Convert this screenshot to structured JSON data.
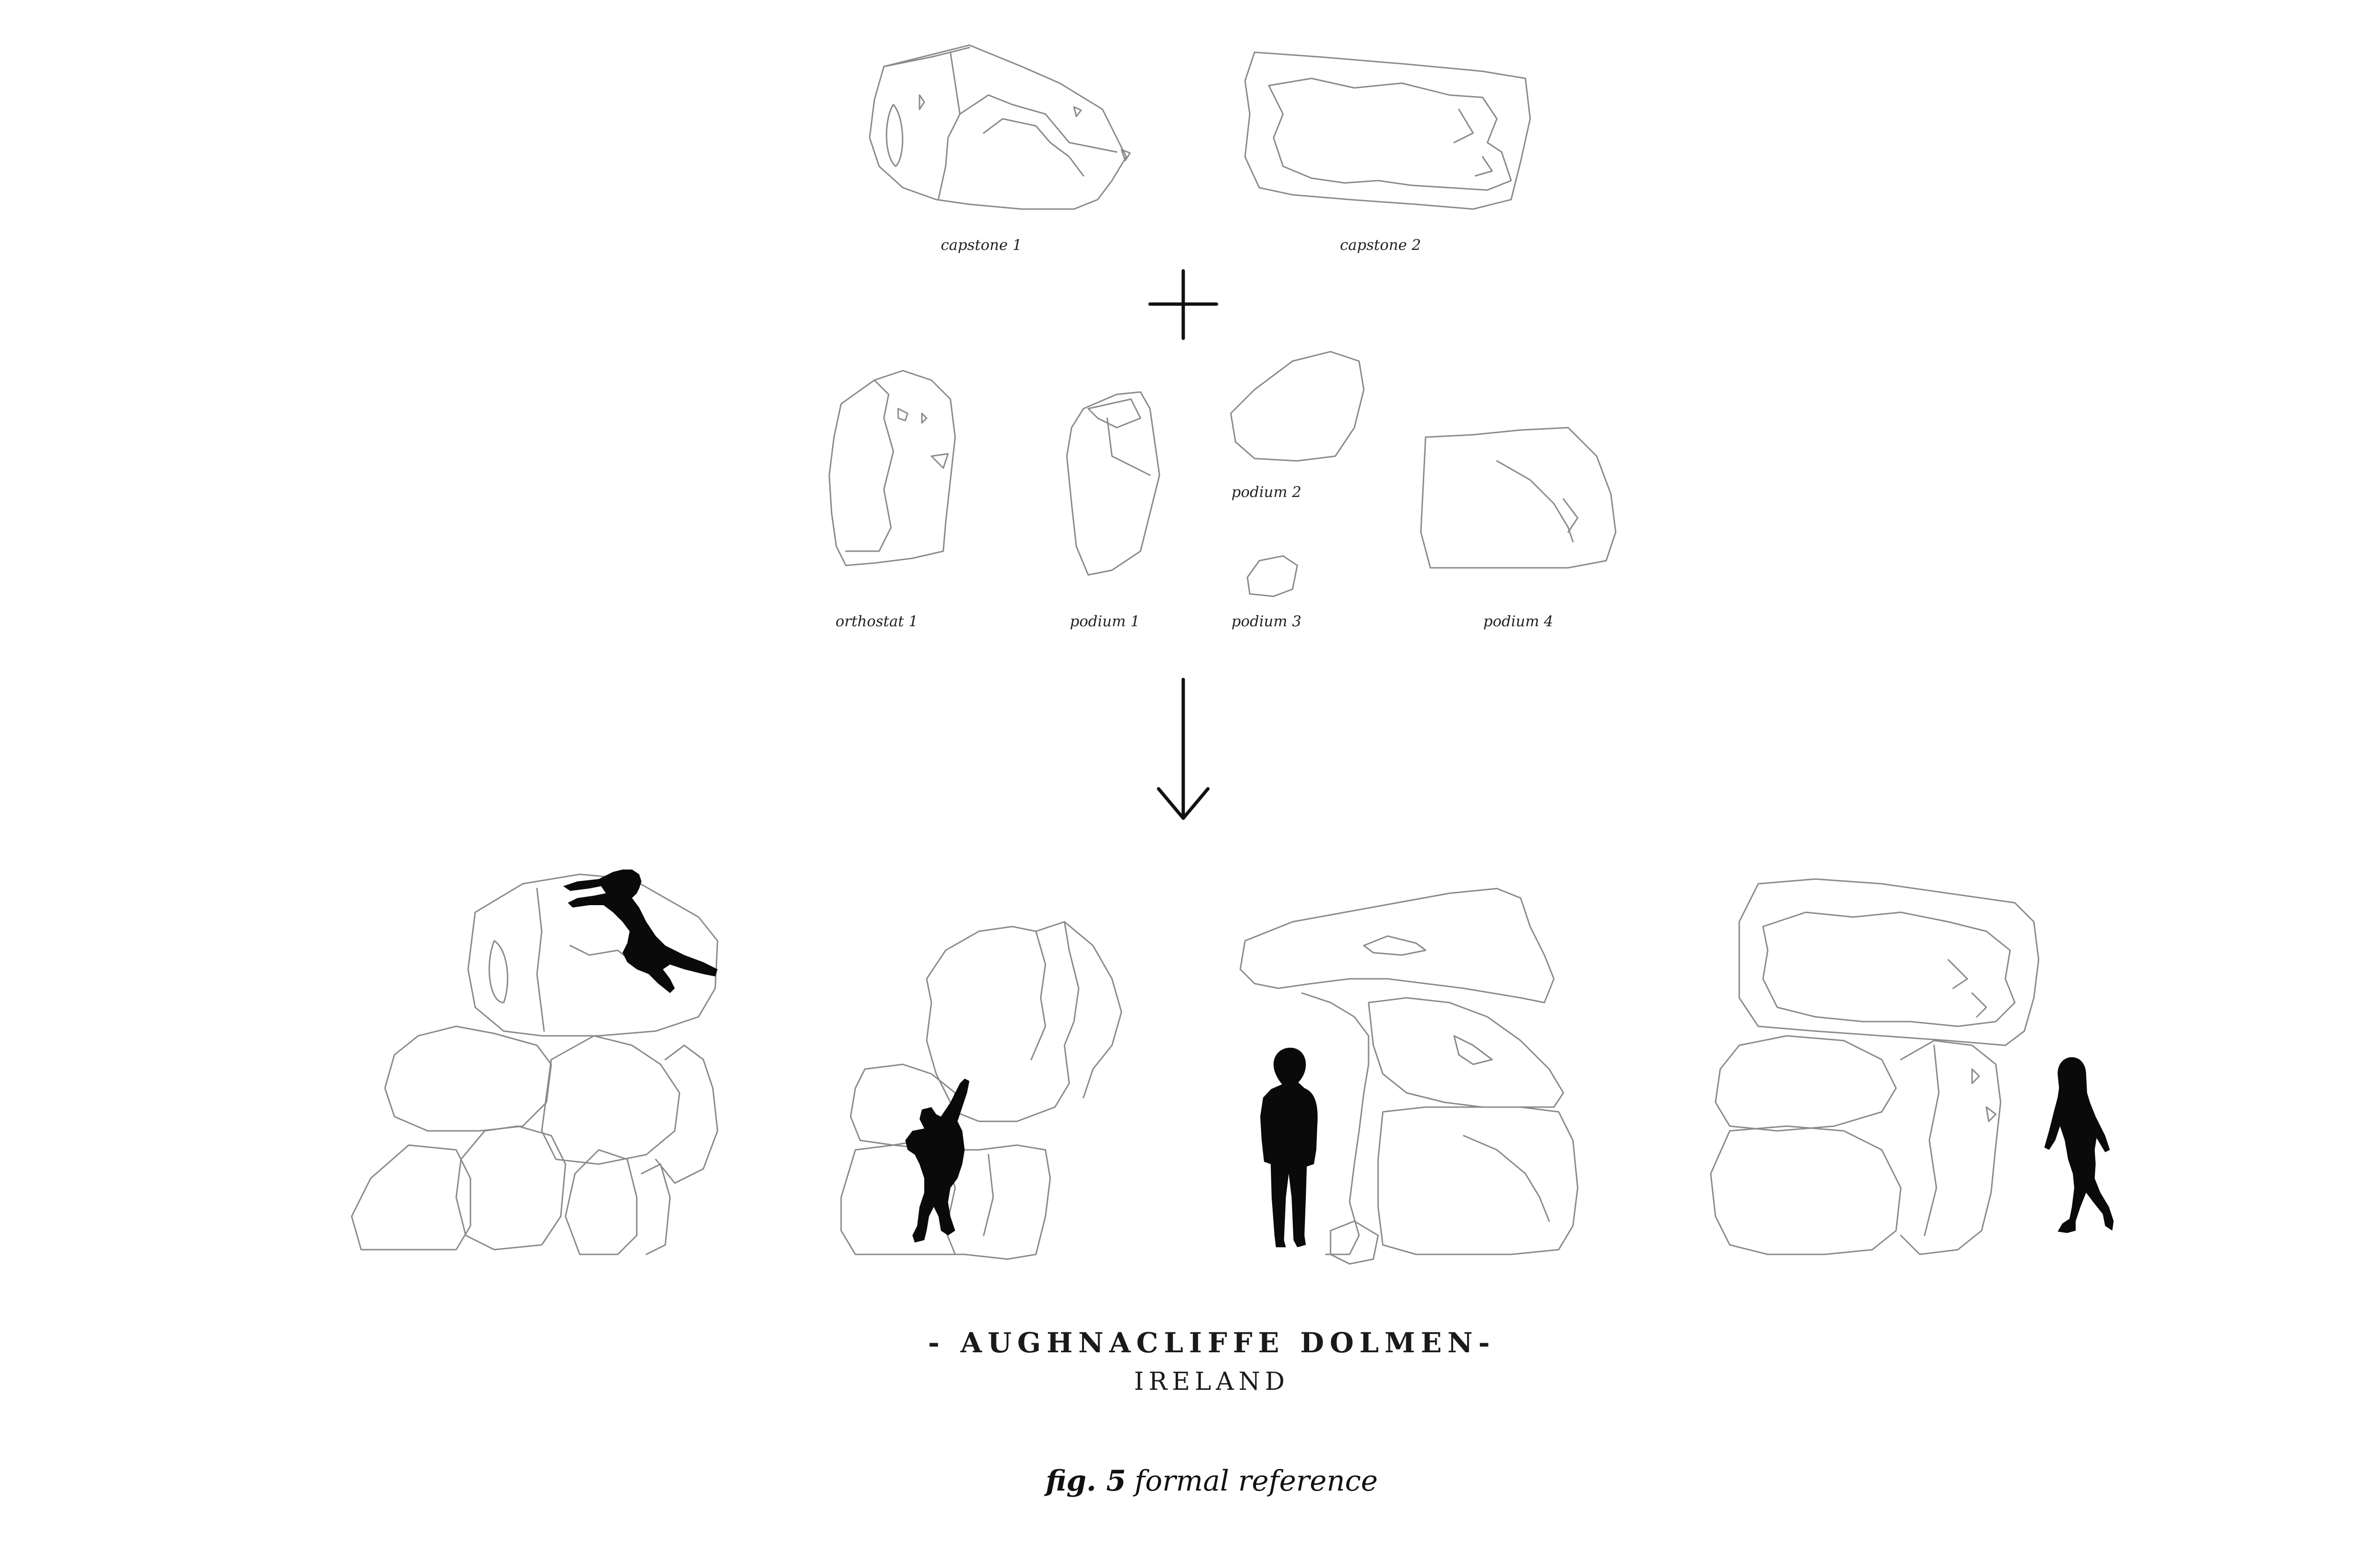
{
  "labels": {
    "capstone1": "capstone 1",
    "capstone2": "capstone 2",
    "orthostat1": "orthostat 1",
    "podium1": "podium 1",
    "podium2": "podium 2",
    "podium3": "podium 3",
    "podium4": "podium 4"
  },
  "title": {
    "line1": "- AUGHNACLIFFE DOLMEN-",
    "line2": "IRELAND"
  },
  "figure": {
    "number": "fig. 5",
    "caption": "formal reference"
  },
  "icons": [
    "plus-icon",
    "arrow-down-icon"
  ],
  "colors": {
    "stroke": "#8a8a8a",
    "silhouette": "#0a0a0a",
    "background": "#ffffff"
  }
}
